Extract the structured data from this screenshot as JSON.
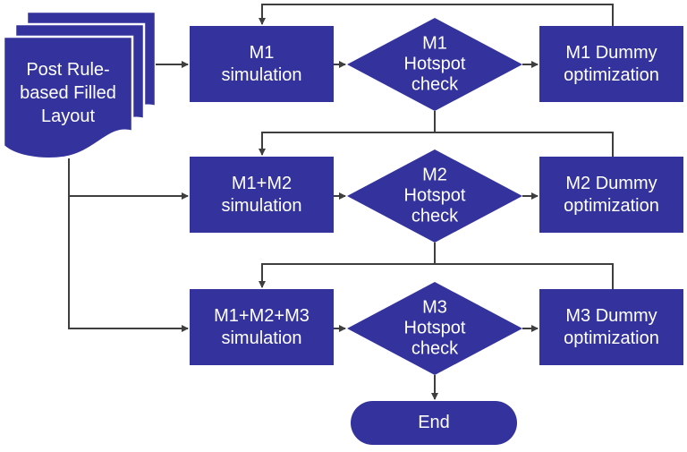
{
  "diagram": {
    "source": {
      "label": "Post Rule-\nbased Filled\nLayout"
    },
    "rows": [
      {
        "sim": "M1\nsimulation",
        "check": "M1\nHotspot\ncheck",
        "opt": "M1 Dummy\noptimization"
      },
      {
        "sim": "M1+M2\nsimulation",
        "check": "M2\nHotspot\ncheck",
        "opt": "M2 Dummy\noptimization"
      },
      {
        "sim": "M1+M2+M3\nsimulation",
        "check": "M3\nHotspot\ncheck",
        "opt": "M3 Dummy\noptimization"
      }
    ],
    "end_node": {
      "label": "End"
    },
    "colors": {
      "node_fill": "#34339E",
      "node_text": "#ffffff",
      "connector": "#3e3e3e",
      "background": "#ffffff"
    }
  }
}
